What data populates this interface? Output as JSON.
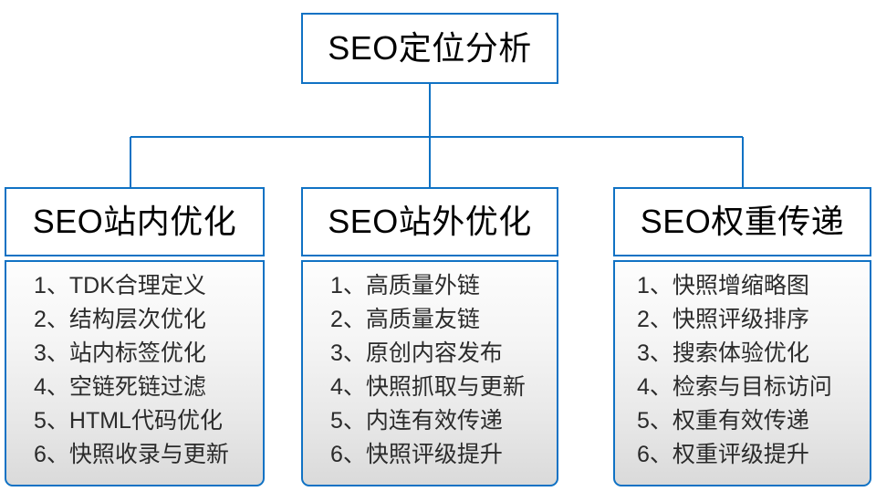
{
  "diagram": {
    "type": "tree",
    "colors": {
      "border": "#1072c4",
      "connector": "#1072c4",
      "header_fill": "#ffffff",
      "body_fill_top": "#fdfdfd",
      "body_fill_bottom": "#dadada",
      "text": "#000000",
      "list_text": "#2b2b2b"
    },
    "root": {
      "title": "SEO定位分析"
    },
    "branches": [
      {
        "title": "SEO站内优化",
        "items": [
          "1、TDK合理定义",
          "2、结构层次优化",
          "3、站内标签优化",
          "4、空链死链过滤",
          "5、HTML代码优化",
          "6、快照收录与更新"
        ]
      },
      {
        "title": "SEO站外优化",
        "items": [
          "1、高质量外链",
          "2、高质量友链",
          "3、原创内容发布",
          "4、快照抓取与更新",
          "5、内连有效传递",
          "6、快照评级提升"
        ]
      },
      {
        "title": "SEO权重传递",
        "items": [
          "1、快照增缩略图",
          "2、快照评级排序",
          "3、搜索体验优化",
          "4、检索与目标访问",
          "5、权重有效传递",
          "6、权重评级提升"
        ]
      }
    ]
  }
}
